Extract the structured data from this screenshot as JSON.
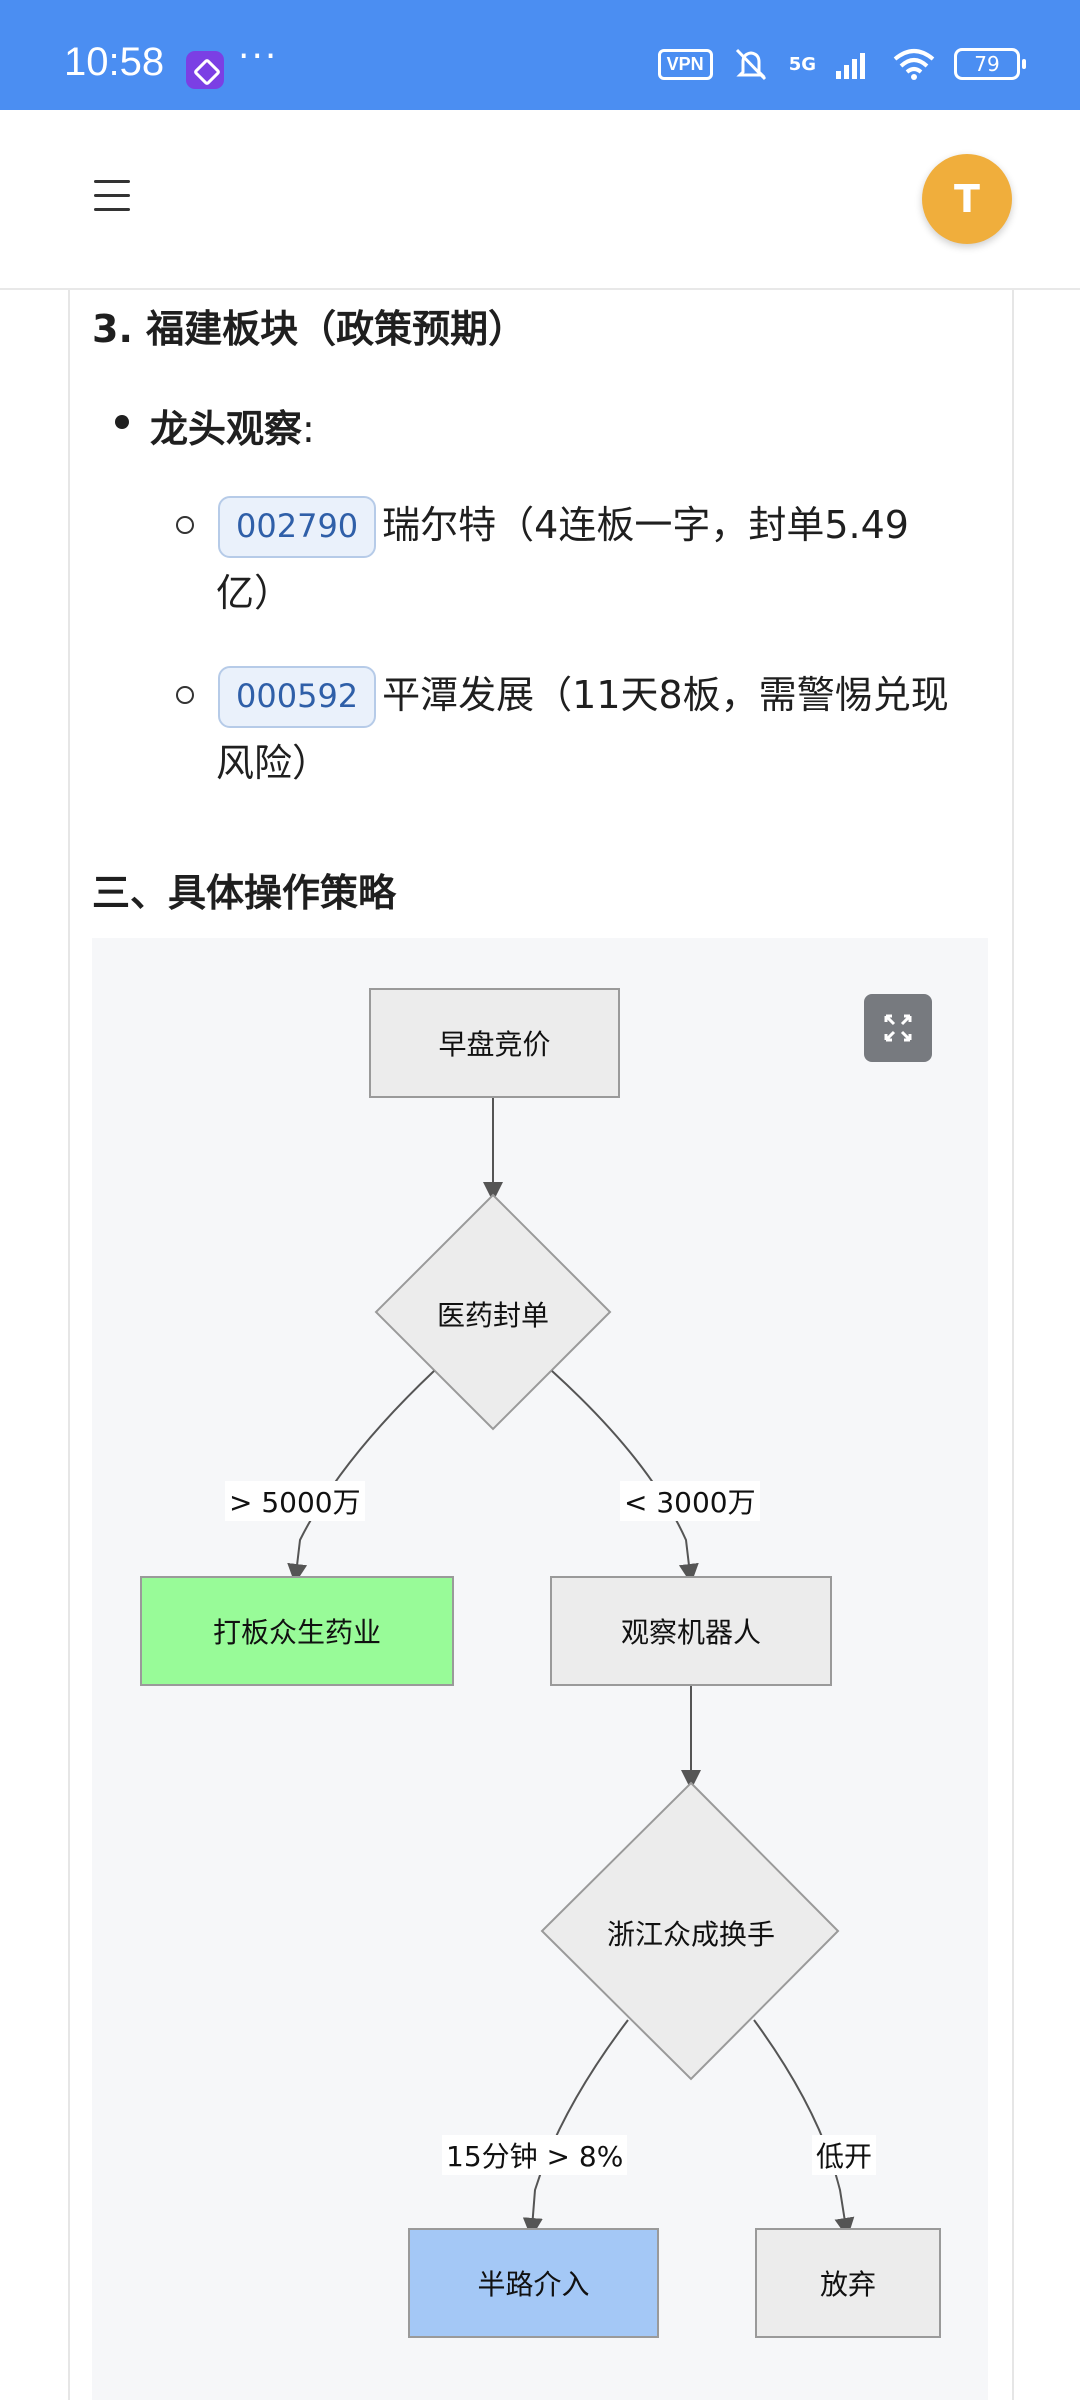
{
  "status_bar": {
    "time": "10:58",
    "more": "···",
    "vpn": "VPN",
    "network": "5G",
    "battery": "79"
  },
  "header": {
    "avatar_letter": "T"
  },
  "content": {
    "heading": "3. 福建板块（政策预期）",
    "bullet_label": "龙头观察",
    "bullet_colon": ":",
    "items": [
      {
        "code": "002790",
        "line1": "瑞尔特（4连板一字，封单5.49",
        "line2": "亿）"
      },
      {
        "code": "000592",
        "line1": "平潭发展（11天8板，需警惕兑现",
        "line2": "风险）"
      }
    ],
    "section_title": "三、具体操作策略"
  },
  "flowchart": {
    "nodes": {
      "start": "早盘竞价",
      "decision1": "医药封单",
      "left": "打板众生药业",
      "right": "观察机器人",
      "decision2": "浙江众成换手",
      "bottom_left": "半路介入",
      "bottom_right": "放弃"
    },
    "edges": {
      "d1_left": "> 5000万",
      "d1_right": "< 3000万",
      "d2_left": "15分钟 > 8%",
      "d2_right": "低开"
    },
    "colors": {
      "green_node": "#98fb98",
      "blue_node": "#a4c8f6",
      "default_node": "#ececec"
    }
  }
}
